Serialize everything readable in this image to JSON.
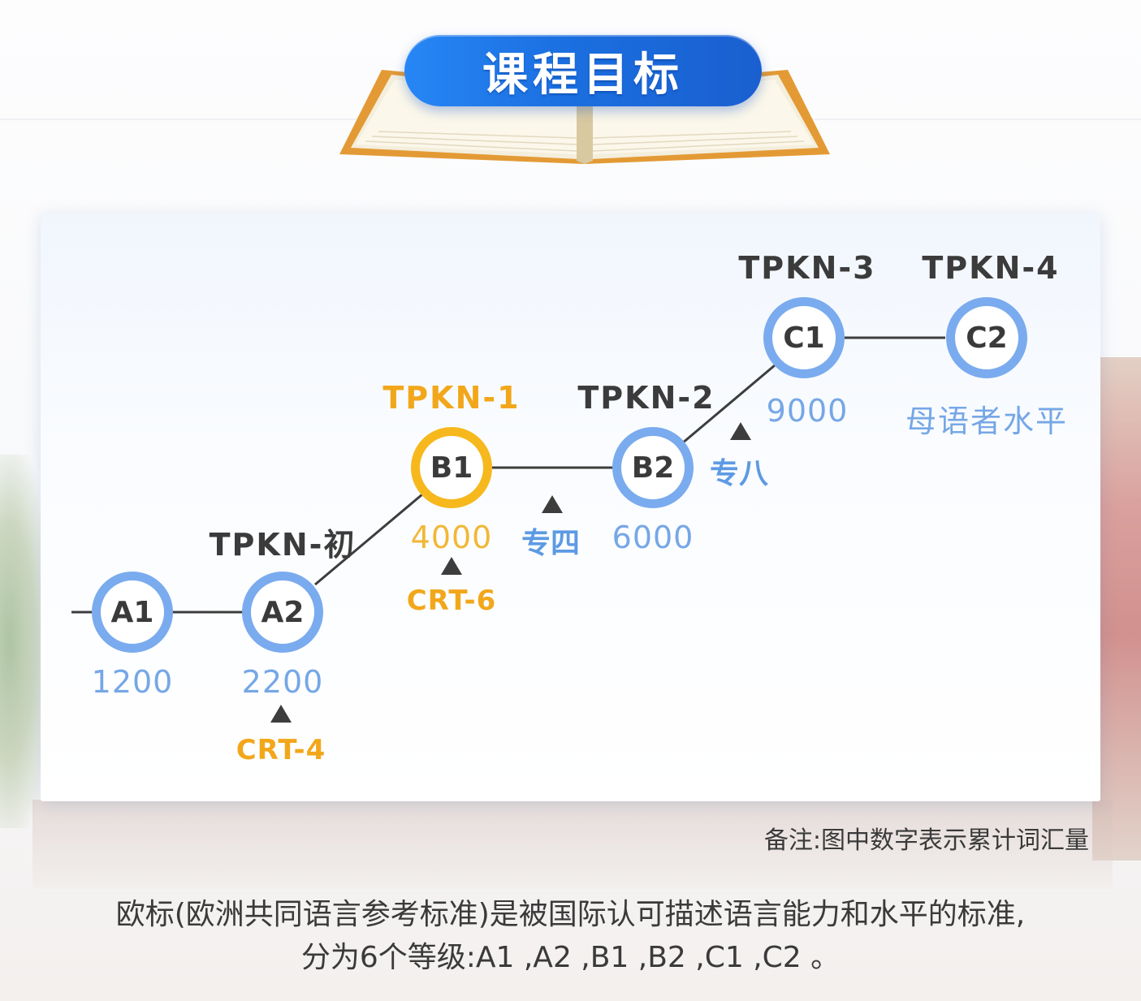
{
  "header": {
    "title": "课程目标"
  },
  "diagram": {
    "nodes": [
      {
        "id": "A1",
        "label": "A1",
        "vocab": "1200"
      },
      {
        "id": "A2",
        "label": "A2",
        "vocab": "2200",
        "tpkn": "TPKN-初",
        "exam_below": "CRT-4"
      },
      {
        "id": "B1",
        "label": "B1",
        "vocab": "4000",
        "tpkn": "TPKN-1",
        "exam_below": "CRT-6",
        "highlight": true
      },
      {
        "id": "B2",
        "label": "B2",
        "vocab": "6000",
        "tpkn": "TPKN-2"
      },
      {
        "id": "C1",
        "label": "C1",
        "vocab": "9000",
        "tpkn": "TPKN-3"
      },
      {
        "id": "C2",
        "label": "C2",
        "vocab": "母语者水平",
        "tpkn": "TPKN-4"
      }
    ],
    "markers": [
      {
        "text": "专四",
        "between": [
          "B1",
          "B2"
        ]
      },
      {
        "text": "专八",
        "between": [
          "B2",
          "C1"
        ]
      }
    ],
    "colors": {
      "blue": "#7aabee",
      "gold": "#f6b81c",
      "line": "#3d3d3d"
    }
  },
  "note": "备注:图中数字表示累计词汇量",
  "description": {
    "line1": "欧标(欧洲共同语言参考标准)是被国际认可描述语言能力和水平的标准,",
    "line2": "分为6个等级:A1 ,A2 ,B1 ,B2 ,C1 ,C2 。"
  }
}
